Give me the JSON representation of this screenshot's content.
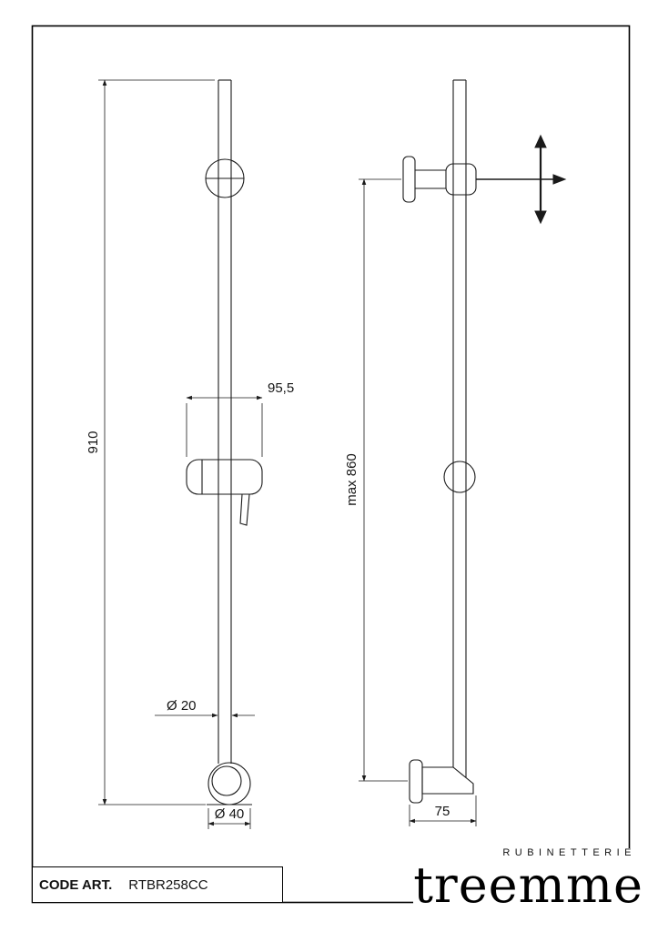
{
  "colors": {
    "line": "#1a1a1a",
    "frame": "#000000",
    "background": "#ffffff"
  },
  "front_view": {
    "dim_height": "910",
    "dim_holder": "95,5",
    "dim_bar_dia": "Ø 20",
    "dim_base_dia": "Ø 40"
  },
  "side_view": {
    "dim_max": "max 860",
    "dim_offset": "75"
  },
  "title_block": {
    "code_label": "CODE ART.",
    "code_value": "RTBR258CC"
  },
  "logo": {
    "sub": "RUBINETTERIE",
    "name": "treemme"
  }
}
